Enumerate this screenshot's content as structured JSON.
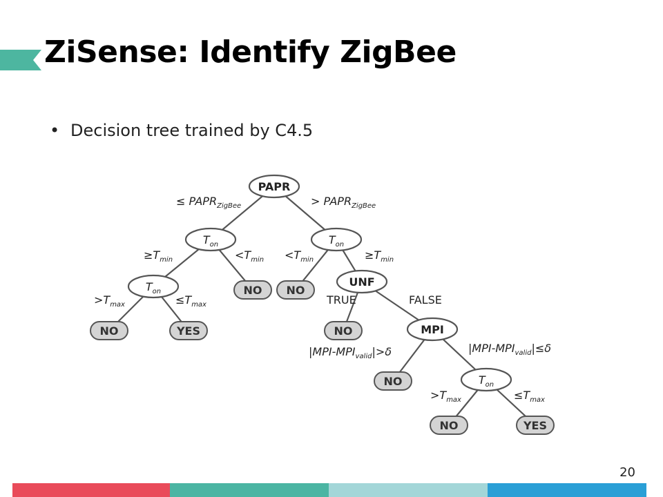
{
  "slide": {
    "title": "ZiSense: Identify ZigBee",
    "bullets": [
      "Decision tree trained by C4.5"
    ],
    "page_number": "20"
  },
  "theme": {
    "accent": "#4db6a0",
    "footer_colors": [
      "#e94b5a",
      "#4bb5a3",
      "#a3d6d8",
      "#2a9fd6"
    ]
  },
  "tree": {
    "nodes": [
      {
        "id": "papr",
        "label": "PAPR",
        "kind": "decision"
      },
      {
        "id": "ton1",
        "label": "T",
        "sub": "on",
        "kind": "decision"
      },
      {
        "id": "ton2",
        "label": "T",
        "sub": "on",
        "kind": "decision"
      },
      {
        "id": "ton3",
        "label": "T",
        "sub": "on",
        "kind": "decision"
      },
      {
        "id": "unf",
        "label": "UNF",
        "kind": "decision"
      },
      {
        "id": "mpi",
        "label": "MPI",
        "kind": "decision"
      },
      {
        "id": "ton4",
        "label": "T",
        "sub": "on",
        "kind": "decision"
      },
      {
        "id": "leaf_no_1",
        "label": "NO",
        "kind": "leaf"
      },
      {
        "id": "leaf_yes_1",
        "label": "YES",
        "kind": "leaf"
      },
      {
        "id": "leaf_no_2",
        "label": "NO",
        "kind": "leaf"
      },
      {
        "id": "leaf_no_3",
        "label": "NO",
        "kind": "leaf"
      },
      {
        "id": "leaf_no_4",
        "label": "NO",
        "kind": "leaf"
      },
      {
        "id": "leaf_no_5",
        "label": "NO",
        "kind": "leaf"
      },
      {
        "id": "leaf_no_6",
        "label": "NO",
        "kind": "leaf"
      },
      {
        "id": "leaf_yes_2",
        "label": "YES",
        "kind": "leaf"
      }
    ],
    "edges": [
      {
        "from": "papr",
        "to": "ton1",
        "label": "≤ PAPR",
        "sub": "ZigBee"
      },
      {
        "from": "papr",
        "to": "ton2",
        "label": "> PAPR",
        "sub": "ZigBee"
      },
      {
        "from": "ton1",
        "to": "ton3",
        "label": "≥T",
        "sub": "min"
      },
      {
        "from": "ton1",
        "to": "leaf_no_2",
        "label": "<T",
        "sub": "min"
      },
      {
        "from": "ton3",
        "to": "leaf_no_1",
        "label": ">T",
        "sub": "max"
      },
      {
        "from": "ton3",
        "to": "leaf_yes_1",
        "label": "≤T",
        "sub": "max"
      },
      {
        "from": "ton2",
        "to": "leaf_no_3",
        "label": "<T",
        "sub": "min"
      },
      {
        "from": "ton2",
        "to": "unf",
        "label": "≥T",
        "sub": "min"
      },
      {
        "from": "unf",
        "to": "leaf_no_4",
        "label": "TRUE"
      },
      {
        "from": "unf",
        "to": "mpi",
        "label": "FALSE"
      },
      {
        "from": "mpi",
        "to": "leaf_no_5",
        "label": "|MPI-MPI",
        "sub": "valid",
        "suffix": "|>δ"
      },
      {
        "from": "mpi",
        "to": "ton4",
        "label": "|MPI-MPI",
        "sub": "valid",
        "suffix": "|≤δ"
      },
      {
        "from": "ton4",
        "to": "leaf_no_6",
        "label": ">T",
        "sub": "max"
      },
      {
        "from": "ton4",
        "to": "leaf_yes_2",
        "label": "≤T",
        "sub": "max"
      }
    ]
  }
}
